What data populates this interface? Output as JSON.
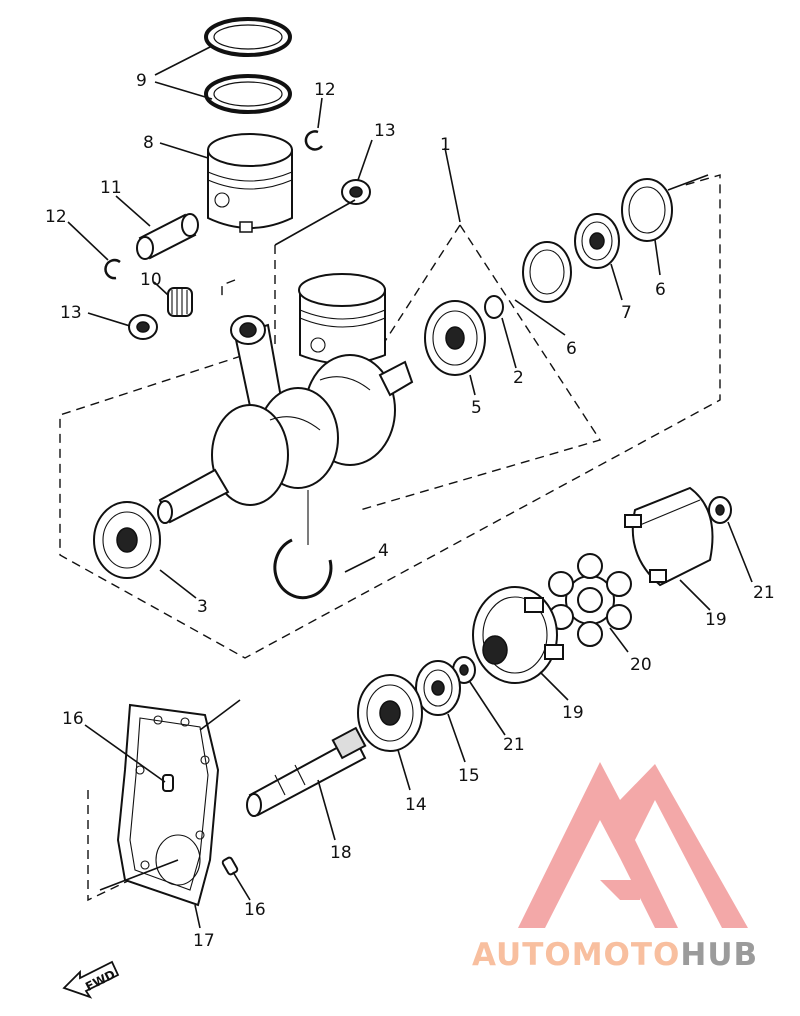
{
  "callouts": [
    {
      "id": "c1",
      "text": "1"
    },
    {
      "id": "c2",
      "text": "2"
    },
    {
      "id": "c3",
      "text": "3"
    },
    {
      "id": "c4",
      "text": "4"
    },
    {
      "id": "c5",
      "text": "5"
    },
    {
      "id": "c6a",
      "text": "6"
    },
    {
      "id": "c6b",
      "text": "6"
    },
    {
      "id": "c7",
      "text": "7"
    },
    {
      "id": "c8",
      "text": "8"
    },
    {
      "id": "c9",
      "text": "9"
    },
    {
      "id": "c10",
      "text": "10"
    },
    {
      "id": "c11",
      "text": "11"
    },
    {
      "id": "c12a",
      "text": "12"
    },
    {
      "id": "c12b",
      "text": "12"
    },
    {
      "id": "c13a",
      "text": "13"
    },
    {
      "id": "c13b",
      "text": "13"
    },
    {
      "id": "c14",
      "text": "14"
    },
    {
      "id": "c15",
      "text": "15"
    },
    {
      "id": "c16a",
      "text": "16"
    },
    {
      "id": "c16b",
      "text": "16"
    },
    {
      "id": "c17",
      "text": "17"
    },
    {
      "id": "c18",
      "text": "18"
    },
    {
      "id": "c19a",
      "text": "19"
    },
    {
      "id": "c19b",
      "text": "19"
    },
    {
      "id": "c20",
      "text": "20"
    },
    {
      "id": "c21a",
      "text": "21"
    },
    {
      "id": "c21b",
      "text": "21"
    }
  ],
  "direction_marker": {
    "text": "FWD"
  },
  "watermark": {
    "text_part1": "AUTOMOTO",
    "text_part2": "HUB",
    "color_part1": "#f7b58f",
    "color_part2": "#8a8a8a",
    "logo_color": "#f29a9a"
  }
}
